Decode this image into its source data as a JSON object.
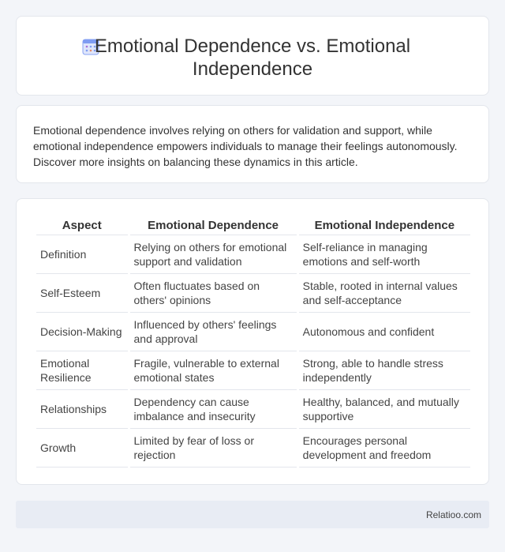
{
  "header": {
    "title": "Emotional Dependence vs. Emotional Independence",
    "icon": "calendar-grid-icon",
    "icon_color": "#6b8df0"
  },
  "intro": {
    "text": "Emotional dependence involves relying on others for validation and support, while emotional independence empowers individuals to manage their feelings autonomously. Discover more insights on balancing these dynamics in this article."
  },
  "table": {
    "headers": [
      "Aspect",
      "Emotional Dependence",
      "Emotional Independence"
    ],
    "rows": [
      [
        "Definition",
        "Relying on others for emotional support and validation",
        "Self-reliance in managing emotions and self-worth"
      ],
      [
        "Self-Esteem",
        "Often fluctuates based on others' opinions",
        "Stable, rooted in internal values and self-acceptance"
      ],
      [
        "Decision-Making",
        "Influenced by others' feelings and approval",
        "Autonomous and confident"
      ],
      [
        "Emotional Resilience",
        "Fragile, vulnerable to external emotional states",
        "Strong, able to handle stress independently"
      ],
      [
        "Relationships",
        "Dependency can cause imbalance and insecurity",
        "Healthy, balanced, and mutually supportive"
      ],
      [
        "Growth",
        "Limited by fear of loss or rejection",
        "Encourages personal development and freedom"
      ]
    ]
  },
  "footer": {
    "brand": "Relatioo.com"
  }
}
